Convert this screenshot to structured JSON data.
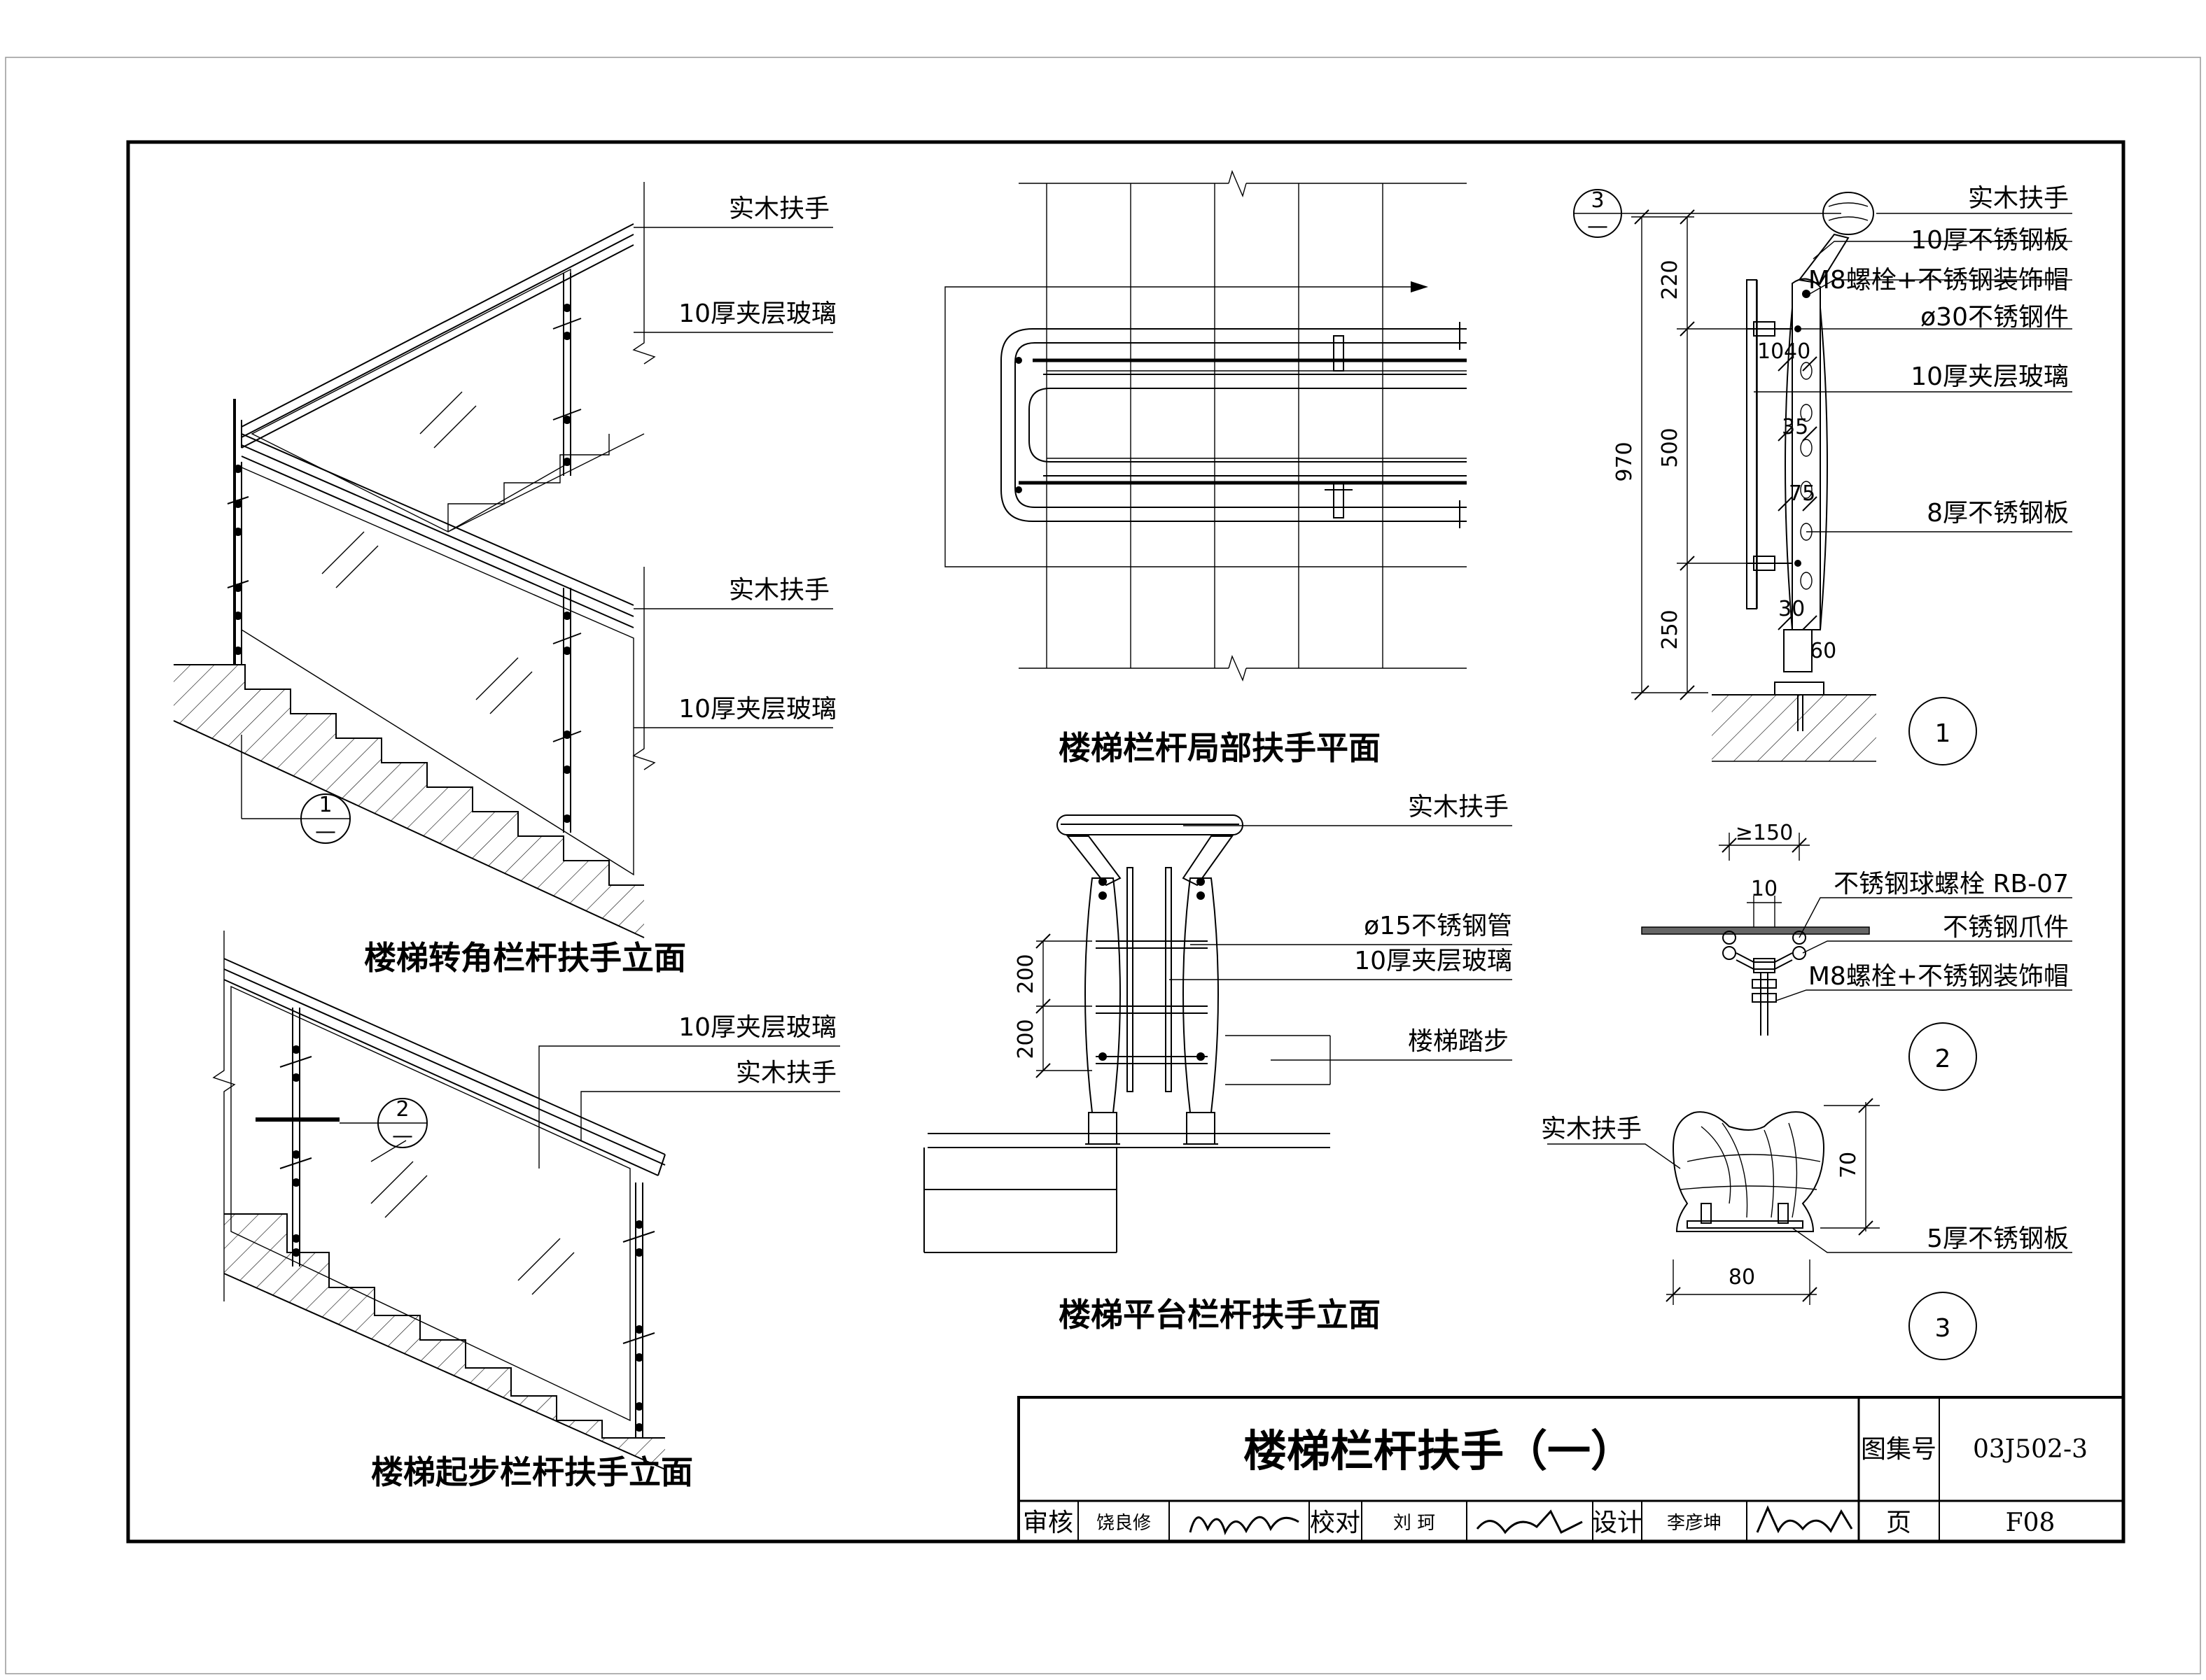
{
  "drawing": {
    "corner_elevation": {
      "title": "楼梯转角栏杆扶手立面",
      "labels": [
        "实木扶手",
        "10厚夹层玻璃",
        "实木扶手",
        "10厚夹层玻璃"
      ],
      "detail_ref": {
        "number": "1",
        "sheet": "—"
      }
    },
    "start_elevation": {
      "title": "楼梯起步栏杆扶手立面",
      "labels": [
        "10厚夹层玻璃",
        "实木扶手"
      ],
      "detail_ref": {
        "number": "2",
        "sheet": "—"
      }
    },
    "plan": {
      "title": "楼梯栏杆局部扶手平面"
    },
    "landing_elevation": {
      "title": "楼梯平台栏杆扶手立面",
      "labels": [
        "实木扶手",
        "ø15不锈钢管",
        "10厚夹层玻璃",
        "楼梯踏步"
      ],
      "dims": [
        "200",
        "200"
      ]
    },
    "detail1": {
      "ref": {
        "number": "3",
        "sheet": "—"
      },
      "number": "1",
      "labels": [
        "实木扶手",
        "10厚不锈钢板",
        "M8螺栓+不锈钢装饰帽",
        "ø30不锈钢件",
        "10厚夹层玻璃",
        "8厚不锈钢板"
      ],
      "dims": [
        "220",
        "500",
        "250",
        "970",
        "10",
        "40",
        "35",
        "75",
        "30",
        "60"
      ]
    },
    "detail2": {
      "number": "2",
      "labels": [
        "不锈钢球螺栓 RB-07",
        "不锈钢爪件",
        "M8螺栓+不锈钢装饰帽"
      ],
      "dims": [
        "≥150",
        "10"
      ]
    },
    "detail3": {
      "number": "3",
      "labels": [
        "实木扶手",
        "5厚不锈钢板"
      ],
      "dims": [
        "70",
        "80"
      ]
    }
  },
  "title_block": {
    "title": "楼梯栏杆扶手（一）",
    "atlas_label": "图集号",
    "atlas_no": "03J502-3",
    "review_label": "审核",
    "reviewer": "饶良修",
    "check_label": "校对",
    "checker": "刘 珂",
    "design_label": "设计",
    "designer": "李彦坤",
    "page_label": "页",
    "page_no": "F08"
  }
}
